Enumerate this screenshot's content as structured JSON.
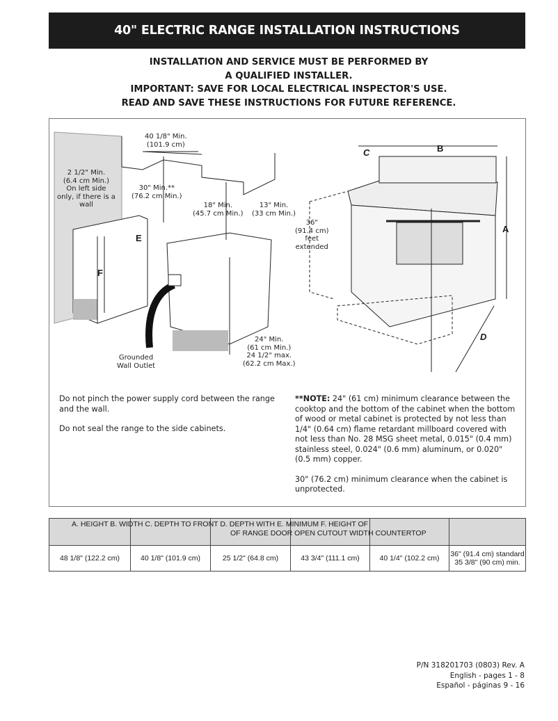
{
  "title": "40\" ELECTRIC RANGE INSTALLATION INSTRUCTIONS",
  "warnings": [
    "INSTALLATION AND SERVICE MUST BE PERFORMED BY",
    "A QUALIFIED INSTALLER.",
    "IMPORTANT: SAVE FOR LOCAL ELECTRICAL INSPECTOR'S USE.",
    "READ AND SAVE THESE INSTRUCTIONS FOR FUTURE REFERENCE."
  ],
  "diagram": {
    "width_label": [
      "40 1/8\" Min.",
      "(101.9 cm)"
    ],
    "side_label": [
      "2 1/2\" Min.",
      "(6.4 cm Min.)",
      "On left side",
      "only, if there is a",
      "wall"
    ],
    "height_label": [
      "30\" Min.**",
      "(76.2 cm Min.)"
    ],
    "cabinet_label": [
      "18\" Min.",
      "(45.7 cm Min.)"
    ],
    "depth_label": [
      "13\" Min.",
      "(33 cm Min.)"
    ],
    "feet_label": [
      "36\"",
      "(91.4 cm)",
      "feet",
      "extended"
    ],
    "counter_label": [
      "24\" Min.",
      "(61 cm Min.)",
      "24 1/2\" max.",
      "(62.2 cm Max.)"
    ],
    "outlet_label": [
      "Grounded",
      "Wall Outlet"
    ],
    "letters": {
      "a": "A",
      "b": "B",
      "c": "C",
      "d": "D",
      "e": "E",
      "f": "F"
    }
  },
  "notes_left": [
    "Do not pinch the power supply cord between the range and the wall.",
    "Do not seal the range to the side cabinets."
  ],
  "note_right": {
    "prefix": "**NOTE:",
    "text": " 24\" (61 cm) minimum clearance between the cooktop and the bottom of the cabinet when the bottom of wood or metal cabinet is protected by not less than 1/4\" (0.64 cm) flame retardant millboard covered with not less than No. 28 MSG sheet metal, 0.015\" (0.4 mm) stainless steel, 0.024\" (0.6 mm) aluminum, or 0.020\" (0.5 mm) copper.",
    "text2": "30\" (76.2 cm) minimum clearance when the cabinet is unprotected."
  },
  "table": {
    "header_line1": "A. HEIGHT B. WIDTH C. DEPTH TO FRONT D. DEPTH WITH E. MINIMUM F. HEIGHT OF",
    "header_line2": "OF RANGE DOOR OPEN CUTOUT WIDTH COUNTERTOP",
    "row": [
      "48 1/8\" (122.2 cm)",
      "40 1/8\" (101.9 cm)",
      "25 1/2\" (64.8 cm)",
      "43 3/4\" (111.1 cm)",
      "40 1/4\" (102.2 cm)"
    ],
    "last_cell": [
      "36\" (91.4 cm) standard",
      "35 3/8\" (90 cm) min."
    ]
  },
  "footer": [
    "P/N 318201703 (0803) Rev. A",
    "English - pages 1 - 8",
    "Español - páginas 9 - 16"
  ]
}
